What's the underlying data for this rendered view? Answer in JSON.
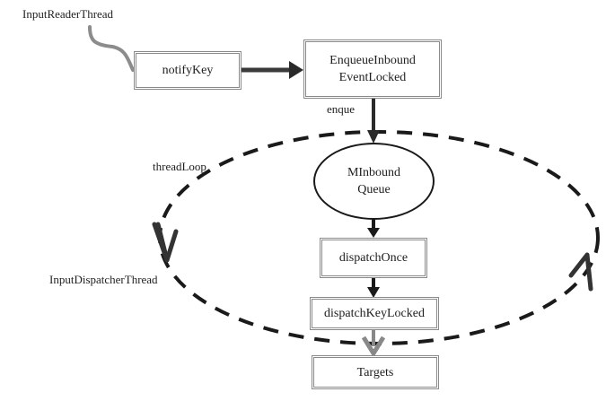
{
  "diagram": {
    "labels": {
      "input_reader_thread": "InputReaderThread",
      "enque": "enque",
      "thread_loop": "threadLoop",
      "input_dispatcher_thread": "InputDispatcherThread"
    },
    "nodes": {
      "notify_key": "notifyKey",
      "enqueue_line1": "EnqueueInbound",
      "enqueue_line2": "EventLocked",
      "queue_line1": "MInbound",
      "queue_line2": "Queue",
      "dispatch_once": "dispatchOnce",
      "dispatch_key_locked": "dispatchKeyLocked",
      "targets": "Targets"
    },
    "edges": [
      {
        "from": "InputReaderThread",
        "to": "notifyKey"
      },
      {
        "from": "notifyKey",
        "to": "EnqueueInboundEventLocked"
      },
      {
        "from": "EnqueueInboundEventLocked",
        "to": "MInboundQueue",
        "label": "enque"
      },
      {
        "from": "MInboundQueue",
        "to": "dispatchOnce"
      },
      {
        "from": "dispatchOnce",
        "to": "dispatchKeyLocked"
      },
      {
        "from": "dispatchKeyLocked",
        "to": "Targets"
      }
    ],
    "colors": {
      "line": "#1a1a1a",
      "box_border": "#8a8a8a",
      "squiggle": "#8c8c8c"
    }
  }
}
